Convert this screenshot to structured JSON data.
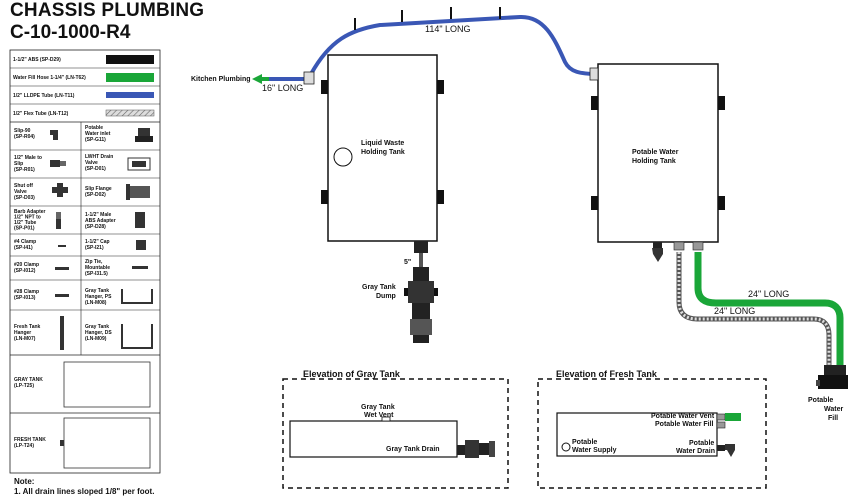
{
  "title": {
    "line1": "CHASSIS PLUMBING",
    "line2": "C-10-1000-R4"
  },
  "legend": {
    "lines": [
      {
        "label": "1-1/2\" ABS (SP-D29)"
      },
      {
        "label": "Water Fill Hose 1-1/4\" (LN-T62)"
      },
      {
        "label": "1/2\" LLDPE Tube (LN-T11)"
      },
      {
        "label": "1/2\" Flex Tube (LN-T12)"
      }
    ],
    "parts_left": [
      {
        "label1": "Slip-90",
        "label2": "(SP-R04)"
      },
      {
        "label1": "1/2\" Male to",
        "label2": "Slip",
        "label3": "(SP-R01)"
      },
      {
        "label1": "Shut off",
        "label2": "Valve",
        "label3": "(SP-D03)"
      },
      {
        "label1": "Barb Adapter",
        "label2": "1/2\" NPT to",
        "label3": "1/2\" Tube",
        "label4": "(SP-P01)"
      },
      {
        "label1": "#4 Clamp",
        "label2": "(SP-I41)"
      },
      {
        "label1": "#20 Clamp",
        "label2": "(SP-I012)"
      },
      {
        "label1": "#28 Clamp",
        "label2": "(SP-I013)"
      },
      {
        "label1": "Fresh Tank",
        "label2": "Hanger",
        "label3": "(LN-M07)"
      }
    ],
    "parts_right": [
      {
        "label1": "Potable",
        "label2": "Water inlet",
        "label3": "(SP-G11)"
      },
      {
        "label1": "LWHT Drain",
        "label2": "Valve",
        "label3": "(SP-D01)"
      },
      {
        "label1": "Slip Flange",
        "label2": "(SP-D02)"
      },
      {
        "label1": "1-1/2\" Male",
        "label2": "ABS Adapter",
        "label3": "(SP-D28)"
      },
      {
        "label1": "1-1/2\" Cap",
        "label2": "(SP-I21)"
      },
      {
        "label1": "Zip Tie,",
        "label2": "Mountable",
        "label3": "(SP-I31.5)"
      },
      {
        "label1": "Gray Tank",
        "label2": "Hanger, PS",
        "label3": "(LN-M08)"
      },
      {
        "label1": "Gray Tank",
        "label2": "Hanger, DS",
        "label3": "(LN-M09)"
      }
    ],
    "tanks": [
      {
        "label1": "GRAY TANK",
        "label2": "(LP-T25)"
      },
      {
        "label1": "FRESH TANK",
        "label2": "(LP-T24)"
      }
    ]
  },
  "diagram": {
    "kitchen_plumbing": "Kitchen Plumbing",
    "len_16": "16\" LONG",
    "len_114": "114\" LONG",
    "liquid_waste_1": "Liquid Waste",
    "liquid_waste_2": "Holding Tank",
    "potable_tank_1": "Potable Water",
    "potable_tank_2": "Holding Tank",
    "len_5": "5\"",
    "gray_dump_1": "Gray Tank",
    "gray_dump_2": "Dump",
    "len_24a": "24\" LONG",
    "len_24b": "24\" LONG",
    "potable_fill_1": "Potable",
    "potable_fill_2": "Water",
    "potable_fill_3": "Fill"
  },
  "elevation_gray": {
    "title": "Elevation of Gray Tank",
    "wet_vent_1": "Gray Tank",
    "wet_vent_2": "Wet Vent",
    "drain": "Gray Tank Drain"
  },
  "elevation_fresh": {
    "title": "Elevation of Fresh Tank",
    "vent": "Potable Water Vent",
    "fill": "Potable Water Fill",
    "supply_1": "Potable",
    "supply_2": "Water Supply",
    "drain_1": "Potable",
    "drain_2": "Water Drain"
  },
  "notes": {
    "heading": "Note:",
    "item1": "1. All drain lines sloped 1/8\" per foot."
  },
  "colors": {
    "abs": "#111111",
    "fill_hose": "#1aa638",
    "lldpe": "#3a57b5",
    "flex": "#aaaaaa"
  }
}
